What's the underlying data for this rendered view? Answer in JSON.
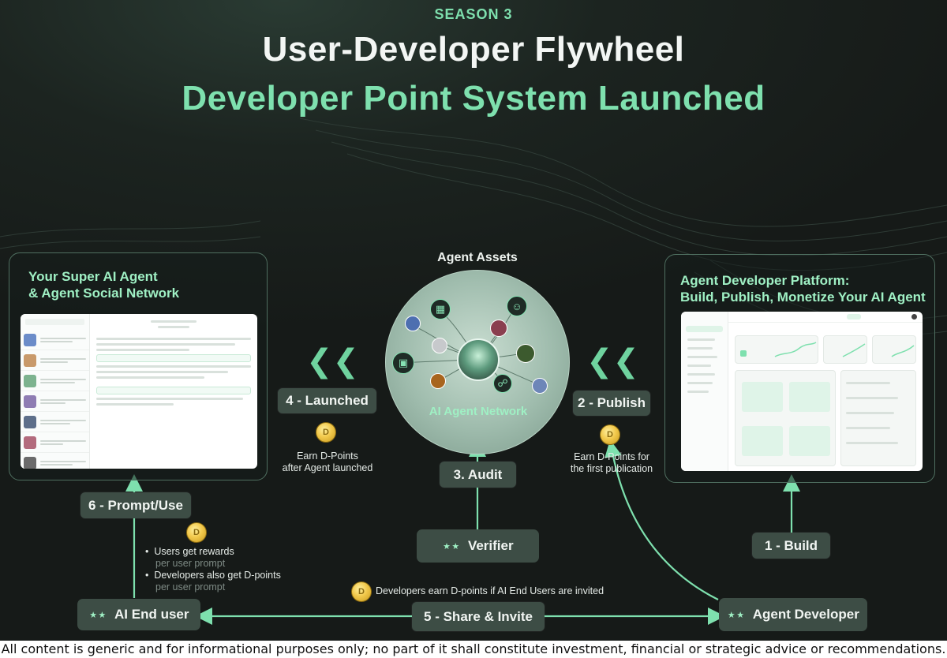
{
  "header": {
    "season": "SEASON 3",
    "title_line1": "User-Developer Flywheel",
    "title_line2": "Developer Point System Launched"
  },
  "left_panel": {
    "title_line1": "Your Super AI Agent",
    "title_line2": "& Agent Social Network"
  },
  "right_panel": {
    "title_line1": "Agent Developer Platform:",
    "title_line2": "Build, Publish, Monetize Your AI Agent"
  },
  "center": {
    "assets_label": "Agent Assets",
    "network_label": "AI Agent Network"
  },
  "steps": {
    "build": "1 - Build",
    "publish": "2 - Publish",
    "audit": "3. Audit",
    "launched": "4 - Launched",
    "share": "5 - Share & Invite",
    "prompt": "6 - Prompt/Use"
  },
  "nodes": {
    "verifier": "Verifier",
    "end_user": "AI End user",
    "developer": "Agent Developer"
  },
  "notes": {
    "launched_line1": "Earn D-Points",
    "launched_line2": "after Agent launched",
    "publish_line1": "Earn D-Points for",
    "publish_line2": "the first publication",
    "users_rewards": "Users get rewards",
    "users_rewards_sub": "per user prompt",
    "devs_points": "Developers also get D-points",
    "devs_points_sub": "per user prompt",
    "invite": "Developers earn D-points if AI End Users are invited"
  },
  "coin_letter": "D",
  "footer": {
    "disclaimer": "All content is generic and for informational purposes only; no part of it shall constitute investment, financial or strategic advice or recommendations."
  },
  "colors": {
    "accent": "#7ee0ae",
    "step_bg": "#3d4d45",
    "background": "#1c2420"
  },
  "icons": {
    "node_icon": "network-node-icon",
    "chevron": "double-chevron-left-icon",
    "coin": "d-point-coin-icon"
  }
}
